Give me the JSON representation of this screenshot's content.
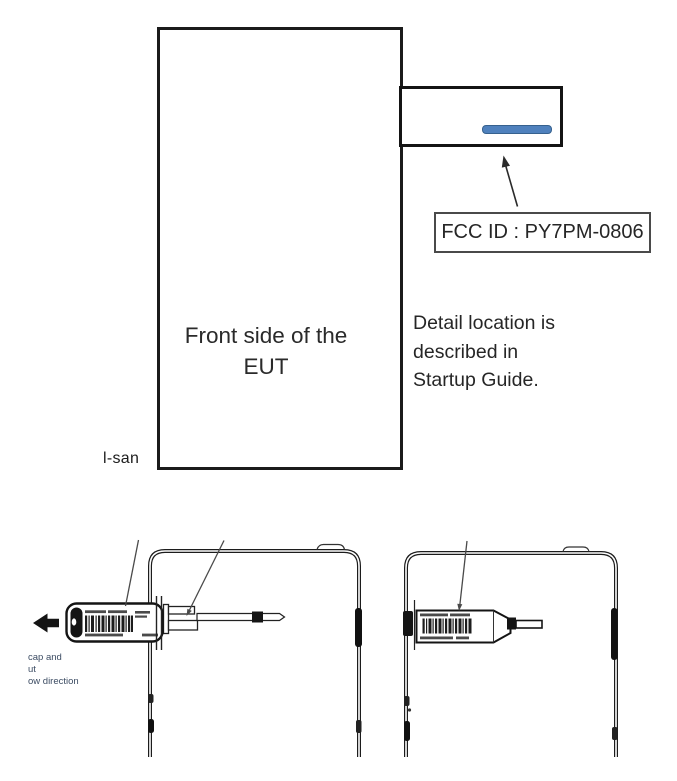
{
  "top_diagram": {
    "eut_label": {
      "line1": "Front  side of the",
      "line2": "EUT"
    },
    "fcc_id_box": {
      "text": "FCC ID : PY7PM-0806"
    },
    "note": {
      "line1": "Detail location is",
      "line2": "described in",
      "line3": "Startup Guide."
    },
    "handwritten_note": "l-san",
    "label_bar": {
      "fill": "#4f81bd",
      "border": "#36618e"
    }
  },
  "bottom_diagram": {
    "caption": {
      "line1": "cap and",
      "line2": "ut",
      "line3": "ow direction"
    }
  }
}
